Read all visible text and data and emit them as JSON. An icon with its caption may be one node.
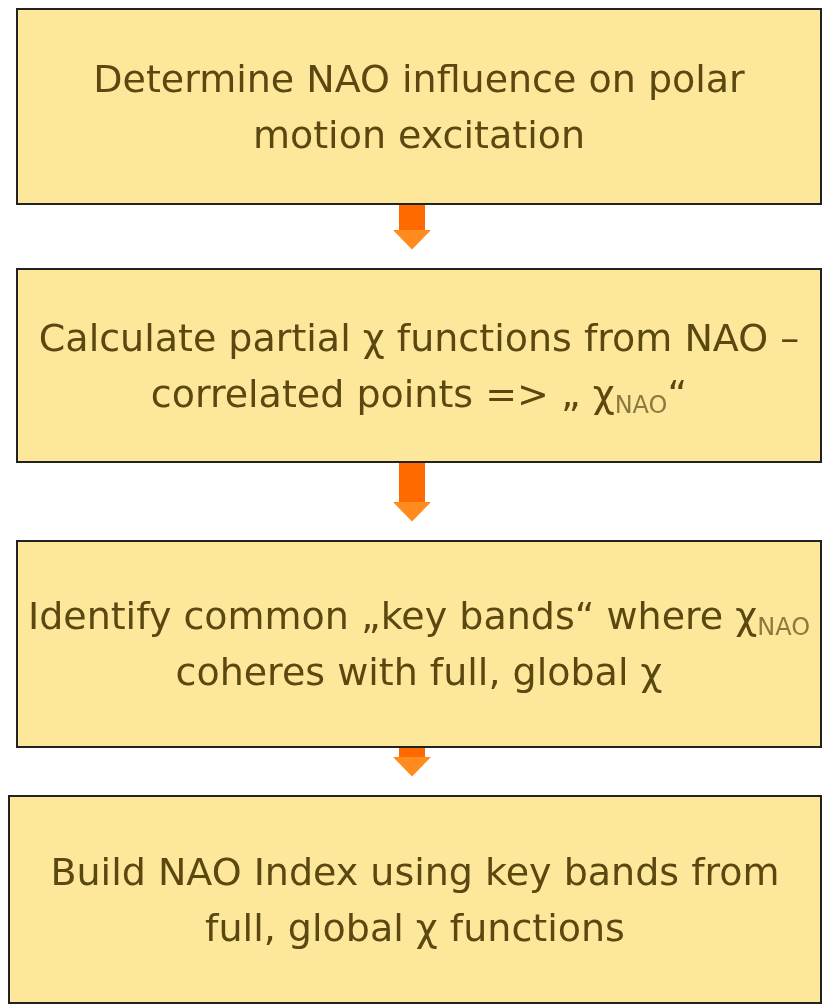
{
  "diagram": {
    "nodes": [
      {
        "text": [
          "Determine NAO influence on polar motion excitation"
        ]
      },
      {
        "text": [
          "Calculate partial χ functions from NAO – correlated points => „ χ$_{NAO}$“"
        ]
      },
      {
        "text": [
          "Identify common „key bands“ where χ$_{NAO}$ coheres with full, global χ"
        ]
      },
      {
        "text": [
          "Build NAO Index using key bands from full, global χ functions"
        ]
      }
    ],
    "edges": [
      {
        "from": 0,
        "to": 1,
        "arrow": "to"
      },
      {
        "from": 1,
        "to": 2,
        "arrow": "to"
      },
      {
        "from": 2,
        "to": 3,
        "arrow": "to"
      }
    ]
  }
}
